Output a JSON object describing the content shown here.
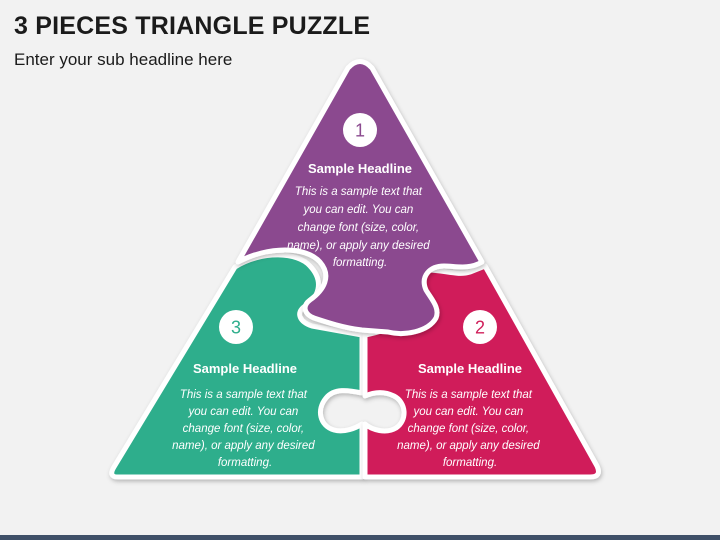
{
  "slide": {
    "title": "3 PIECES TRIANGLE PUZZLE",
    "subtitle": "Enter your sub headline here"
  },
  "pieces": [
    {
      "number": "1",
      "headline": "Sample Headline",
      "body_lines": [
        "This is a sample text that",
        "you can edit. You can",
        "change font (size, color,",
        "name), or apply any desired",
        "formatting."
      ],
      "color": "#8b4a8f"
    },
    {
      "number": "2",
      "headline": "Sample Headline",
      "body_lines": [
        "This is a sample text that",
        "you can edit. You can",
        "change font (size, color,",
        "name), or apply any desired",
        "formatting."
      ],
      "color": "#d01f5a"
    },
    {
      "number": "3",
      "headline": "Sample Headline",
      "body_lines": [
        "This is a sample text that",
        "you can edit. You can",
        "change font (size, color,",
        "name), or apply any desired",
        "formatting."
      ],
      "color": "#2fae8c"
    }
  ],
  "colors": {
    "background": "#f2f2f2",
    "outline": "#ffffff",
    "bottom_bar": "#3f5068"
  }
}
